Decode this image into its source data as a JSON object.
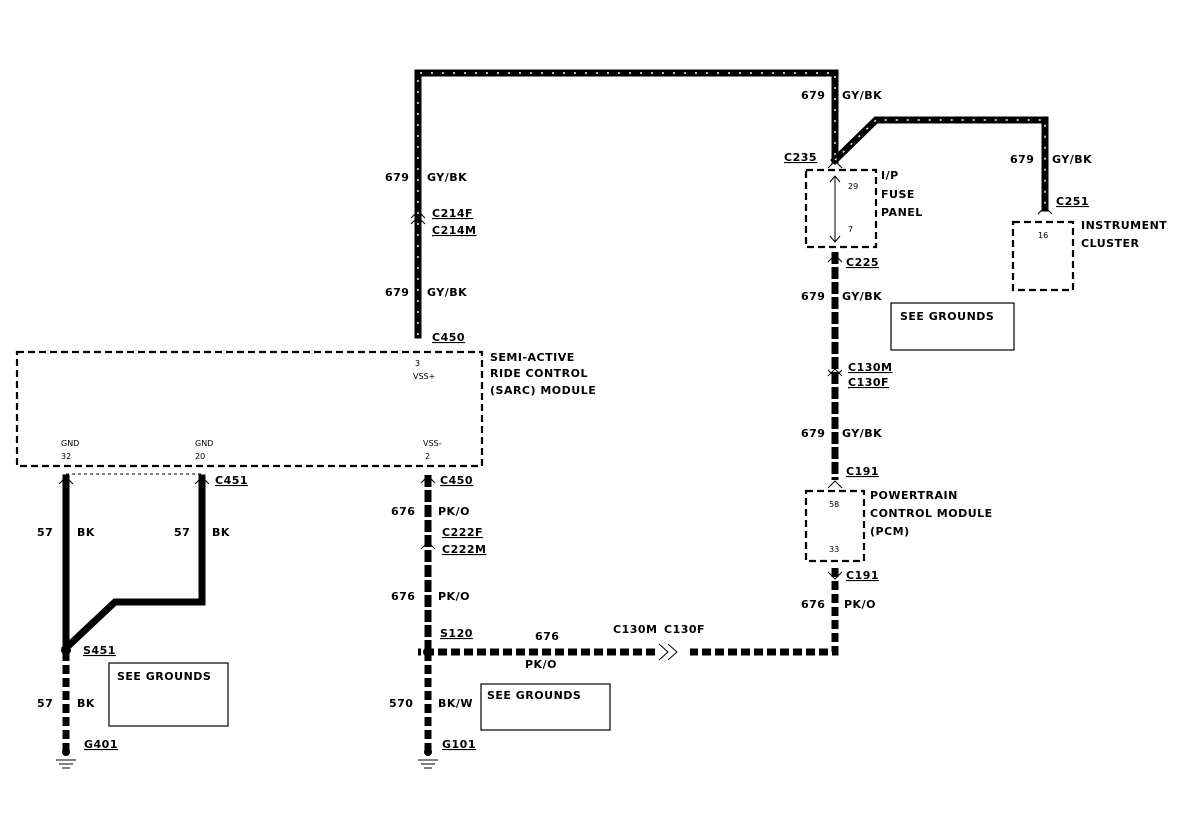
{
  "wires": {
    "gybk_top_left": {
      "circuit": "679",
      "color": "GY/BK"
    },
    "gybk_mid_left": {
      "circuit": "679",
      "color": "GY/BK"
    },
    "gybk_top_right": {
      "circuit": "679",
      "color": "GY/BK"
    },
    "gybk_cluster": {
      "circuit": "679",
      "color": "GY/BK"
    },
    "gybk_c225": {
      "circuit": "679",
      "color": "GY/BK"
    },
    "gybk_c130": {
      "circuit": "679",
      "color": "GY/BK"
    },
    "pko_c450": {
      "circuit": "676",
      "color": "PK/O"
    },
    "pko_c222": {
      "circuit": "676",
      "color": "PK/O"
    },
    "pko_horizontal": {
      "circuit": "676",
      "color": "PK/O"
    },
    "pko_right": {
      "circuit": "676",
      "color": "PK/O"
    },
    "bk_left": {
      "circuit": "57",
      "color": "BK"
    },
    "bk_mid": {
      "circuit": "57",
      "color": "BK"
    },
    "bk_ground": {
      "circuit": "57",
      "color": "BK"
    },
    "bkw_ground": {
      "circuit": "570",
      "color": "BK/W"
    }
  },
  "connectors": {
    "c214f": "C214F",
    "c214m": "C214M",
    "c450_top": "C450",
    "c450_bottom": "C450",
    "c222f": "C222F",
    "c222m": "C222M",
    "c451": "C451",
    "s451": "S451",
    "s120": "S120",
    "g401": "G401",
    "g101": "G101",
    "c235": "C235",
    "c225": "C225",
    "c251": "C251",
    "c130m_right": "C130M",
    "c130f_right": "C130F",
    "c191_top": "C191",
    "c191_bottom": "C191",
    "c130m_horizontal": "C130M",
    "c130f_horizontal": "C130F"
  },
  "modules": {
    "sarc": {
      "name_lines": [
        "SEMI-ACTIVE",
        "RIDE CONTROL",
        "(SARC) MODULE"
      ]
    },
    "fuse_panel": {
      "name_lines": [
        "I/P",
        "FUSE",
        "PANEL"
      ]
    },
    "cluster": {
      "name_lines": [
        "INSTRUMENT",
        "CLUSTER"
      ]
    },
    "pcm": {
      "name_lines": [
        "POWERTRAIN",
        "CONTROL MODULE",
        "(PCM)"
      ]
    }
  },
  "pins": {
    "sarc_vss_plus_num": "3",
    "sarc_vss_plus_name": "VSS+",
    "sarc_gnd1_name": "GND",
    "sarc_gnd1_num": "32",
    "sarc_gnd2_name": "GND",
    "sarc_gnd2_num": "20",
    "sarc_vss_minus_name": "VSS-",
    "sarc_vss_minus_num": "2",
    "fuse_top": "29",
    "fuse_bottom": "7",
    "cluster_pin": "16",
    "pcm_top": "58",
    "pcm_bottom": "33"
  },
  "notes": {
    "see_grounds_1": "SEE GROUNDS",
    "see_grounds_2": "SEE GROUNDS",
    "see_grounds_3": "SEE GROUNDS"
  }
}
